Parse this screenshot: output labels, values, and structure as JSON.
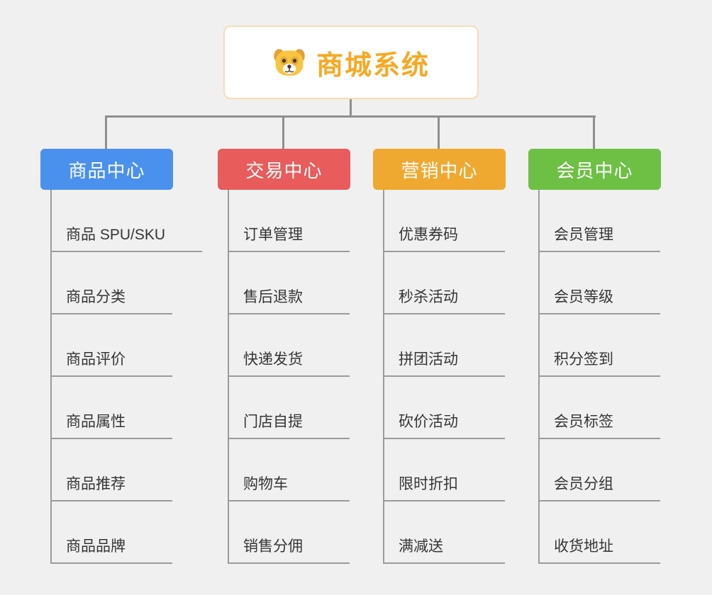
{
  "root": {
    "title": "商城系统",
    "icon": "dog-icon",
    "title_color": "#f7a823"
  },
  "branches": [
    {
      "label": "商品中心",
      "color": "#4a91ee",
      "items": [
        "商品 SPU/SKU",
        "商品分类",
        "商品评价",
        "商品属性",
        "商品推荐",
        "商品品牌"
      ]
    },
    {
      "label": "交易中心",
      "color": "#e85c5c",
      "items": [
        "订单管理",
        "售后退款",
        "快递发货",
        "门店自提",
        "购物车",
        "销售分佣"
      ]
    },
    {
      "label": "营销中心",
      "color": "#efa930",
      "items": [
        "优惠券码",
        "秒杀活动",
        "拼团活动",
        "砍价活动",
        "限时折扣",
        "满减送"
      ]
    },
    {
      "label": "会员中心",
      "color": "#6ec044",
      "items": [
        "会员管理",
        "会员等级",
        "积分签到",
        "会员标签",
        "会员分组",
        "收货地址"
      ]
    }
  ],
  "connector_color": "#8f8f8f"
}
